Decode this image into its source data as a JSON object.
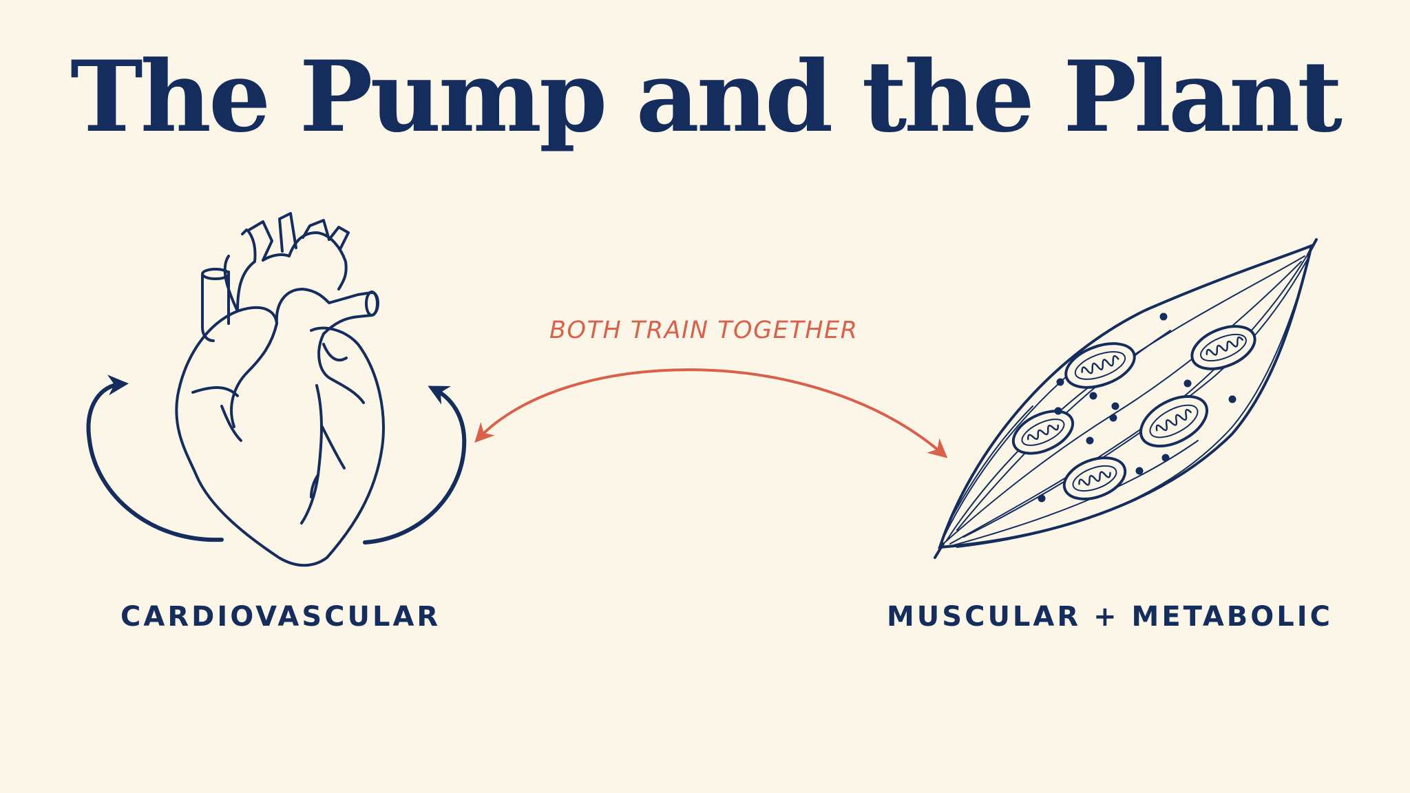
{
  "title": "The Pump and the Plant",
  "connector": {
    "label": "BOTH TRAIN TOGETHER"
  },
  "left_system": {
    "label": "CARDIOVASCULAR",
    "icon": "heart-icon"
  },
  "right_system": {
    "label": "MUSCULAR + METABOLIC",
    "icon": "muscle-icon"
  },
  "colors": {
    "background": "#fcf6e9",
    "ink": "#142d5c",
    "accent": "#d9604a"
  }
}
